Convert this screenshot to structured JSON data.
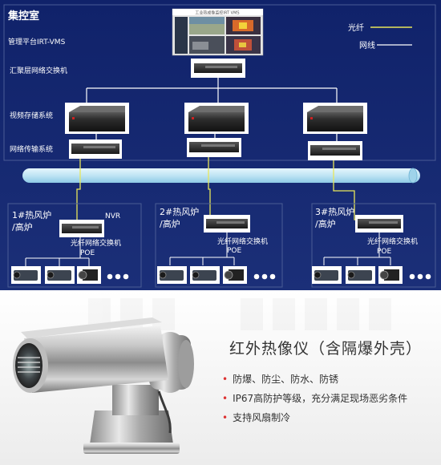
{
  "control_room": {
    "title": "集控室",
    "vms_label": "管理平台IRT-VMS",
    "vms_screen_title": "工业热成像监控IRT VMS",
    "aggregation_label": "汇聚层网络交换机",
    "storage_label": "视频存储系统",
    "transmission_label": "网络传输系统"
  },
  "legend": {
    "fiber": "光纤",
    "network": "网线",
    "fiber_color": "#e8e65a",
    "network_color": "#ffffff"
  },
  "sites": [
    {
      "title_line1": "1#热风炉",
      "title_line2": "/高炉",
      "nvr": "NVR",
      "switch_line1": "光纤网络交换机",
      "switch_line2": "POE"
    },
    {
      "title_line1": "2#热风炉",
      "title_line2": "/高炉",
      "switch_line1": "光纤网络交换机",
      "switch_line2": "POE"
    },
    {
      "title_line1": "3#热风炉",
      "title_line2": "/高炉",
      "switch_line1": "光纤网络交换机",
      "switch_line2": "POE"
    }
  ],
  "product": {
    "title": "红外热像仪（含隔爆外壳）",
    "features": [
      "防爆、防尘、防水、防锈",
      "IP67高防护等级，充分满足现场恶劣条件",
      "支持风扇制冷"
    ],
    "bullet_color": "#d33333"
  },
  "colors": {
    "background": "#15286e",
    "bus": "#b9e2f4"
  }
}
